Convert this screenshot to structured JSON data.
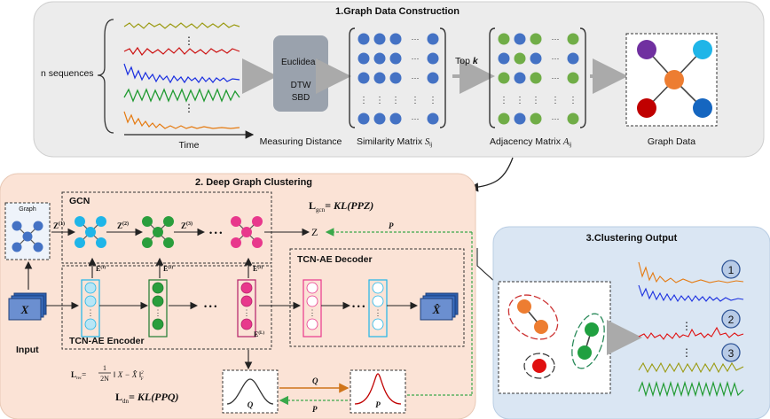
{
  "section1": {
    "title": "1.Graph Data Construction",
    "n_sequences": "n sequences",
    "time": "Time",
    "measuring_distance": "Measuring Distance",
    "metric_box": {
      "euclidean": "Euclidean",
      "dtw": "DTW",
      "sbd": "SBD"
    },
    "topk": "Top",
    "topk_k": "k",
    "similarity_matrix": "Similarity Matrix",
    "similarity_sym": "S",
    "similarity_sub": "ij",
    "adjacency_matrix": "Adjacency Matrix",
    "adjacency_sym": "A",
    "adjacency_sub": "ij",
    "graph_data": "Graph Data"
  },
  "section2": {
    "title": "2. Deep Graph Clustering",
    "gcn": "GCN",
    "graph_label": "Graph",
    "z1": "Z",
    "z1_sup": "(1)",
    "z2": "Z",
    "z2_sup": "(2)",
    "z3": "Z",
    "z3_sup": "(3)",
    "e1": "E",
    "e1_sup": "(1)",
    "e2": "E",
    "e2_sup": "(2)",
    "e3": "E",
    "e3_sup": "(3)",
    "eL": "E",
    "eL_sup": "(L)",
    "z_final": "Z",
    "p_arrow": "P",
    "dots": "• • •",
    "loss_gcn": "L",
    "loss_gcn_sub": "gcn",
    "loss_gcn_rhs": "= KL(PPZ)",
    "decoder": "TCN-AE Decoder",
    "encoder": "TCN-AE Encoder",
    "input": "Input",
    "x": "X",
    "xhat": "X̂",
    "loss_rec": "L",
    "loss_rec_sub": "rec",
    "loss_rec_rhs_1": "=",
    "loss_rec_frac_top": "1",
    "loss_rec_frac_bot": "2N",
    "loss_rec_rhs_2": "‖ X − X̂ ‖",
    "loss_rec_sup": "2",
    "loss_rec_subF": "F",
    "loss_dn": "L",
    "loss_dn_sub": "dn",
    "loss_dn_rhs": "= KL(PPQ)",
    "q_box": "Q",
    "p_box": "P",
    "q_arrow": "Q",
    "p_arrow2": "P"
  },
  "section3": {
    "title": "3.Clustering Output",
    "c1": "1",
    "c2": "2",
    "c3": "3"
  },
  "colors": {
    "blue": "#4472c4",
    "green": "#70ad47",
    "orange": "#ed7d31",
    "cyan": "#1fb5e8",
    "teal_green": "#2a9e3c",
    "pink": "#e8388c",
    "purple": "#7030a0",
    "red": "#c00000",
    "panel1": "#ececec",
    "panel2": "#fbe3d6",
    "panel3": "#dae6f3"
  }
}
